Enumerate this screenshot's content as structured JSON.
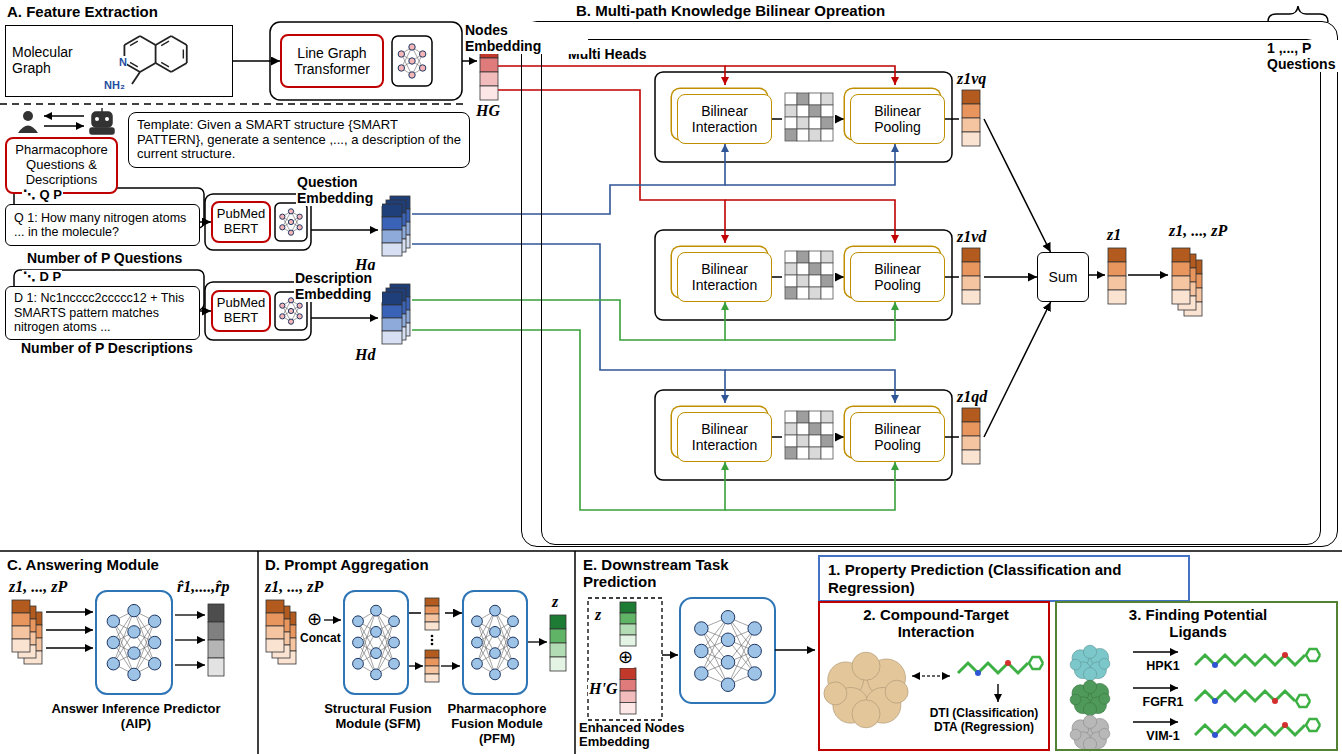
{
  "diagram": {
    "nodes": [
      {
        "text": [
          "Molecular Graph"
        ]
      },
      {
        "text": [
          "Line Graph Transformer"
        ]
      },
      {
        "text": [
          "Pharmacophore Questions & Descriptions"
        ]
      },
      {
        "text": [
          "Template: Given a SMART structure {SMART PATTERN}, generate a sentence ,..., a description of the current structure."
        ]
      },
      {
        "text": [
          "Q 1: How many nitrogen atoms ... in the molecule?"
        ]
      },
      {
        "text": [
          "PubMed BERT"
        ]
      },
      {
        "text": [
          "D 1: Nc1ncccc2ccccc12 + This SMARTS pattern matches nitrogen atoms ..."
        ]
      },
      {
        "text": [
          "PubMed BERT"
        ]
      },
      {
        "text": [
          "B. Multi-path Knowledge Bilinear Opreation"
        ]
      },
      {
        "text": [
          "Multi Heads"
        ],
        "in": 8
      },
      {
        "text": [
          "Bilinear Interaction"
        ],
        "in": 9
      },
      {
        "text": [
          "Bilinear Pooling"
        ],
        "in": 9
      },
      {
        "text": [
          "Bilinear Interaction"
        ],
        "in": 9
      },
      {
        "text": [
          "Bilinear Pooling"
        ],
        "in": 9
      },
      {
        "text": [
          "Bilinear Interaction"
        ],
        "in": 9
      },
      {
        "text": [
          "Bilinear Pooling"
        ],
        "in": 9
      },
      {
        "text": [
          "Sum"
        ],
        "in": 9
      },
      {
        "text": [
          "Answer Inference Predictor (AIP)"
        ]
      },
      {
        "text": [
          "Structural Fusion Module (SFM)"
        ]
      },
      {
        "text": [
          "Pharmacophore Fusion Module (PFM)"
        ]
      },
      {
        "text": [
          "1. Property Prediction (Classification and Regression)"
        ]
      },
      {
        "text": [
          "2. Compound-Target Interaction",
          "DTI (Classification) DTA (Regression)"
        ]
      },
      {
        "text": [
          "3. Finding Potential Ligands",
          "HPK1",
          "FGFR1",
          "VIM-1"
        ]
      }
    ],
    "edges": [
      {
        "from": 0,
        "to": 1,
        "arrow": "to"
      },
      {
        "from": 4,
        "to": 5,
        "arrow": "to"
      },
      {
        "from": 6,
        "to": 7,
        "arrow": "to"
      },
      {
        "from": 10,
        "to": 11,
        "arrow": "to"
      },
      {
        "from": 12,
        "to": 13,
        "arrow": "to"
      },
      {
        "from": 14,
        "to": 15,
        "arrow": "to"
      },
      {
        "from": 11,
        "to": 16,
        "arrow": "to"
      },
      {
        "from": 13,
        "to": 16,
        "arrow": "to"
      },
      {
        "from": 15,
        "to": 16,
        "arrow": "to"
      },
      {
        "from": 18,
        "to": 19,
        "arrow": "to"
      }
    ],
    "labels": [
      "A. Feature Extraction",
      "N",
      "NH₂",
      "Nodes Embedding",
      "HG",
      "⋱ Q P",
      "Number of P Questions",
      "Question Embedding",
      "Hq",
      "⋱ D P",
      "Number of P Descriptions",
      "Description Embedding",
      "Hd",
      "1 ,..., P Questions",
      "z1vq",
      "z1vd",
      "z1qd",
      "z1",
      "z1, ..., zP",
      "C. Answering Module",
      "z1, ..., zP",
      "r̂1,....,r̂p",
      "D. Prompt Aggregation",
      "z1, ..., zP",
      "⊕",
      "Concat",
      "z",
      "E. Downstream Task Prediction",
      "z",
      "⊕",
      "H'G",
      "Enhanced Nodes Embedding"
    ]
  }
}
